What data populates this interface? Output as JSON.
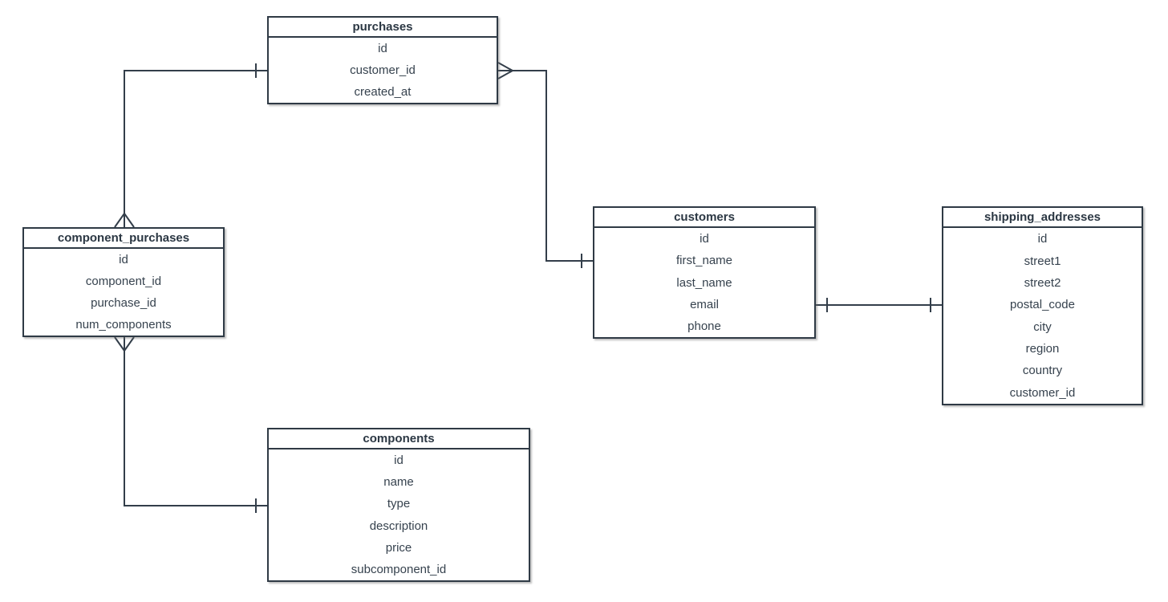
{
  "diagram": {
    "type": "entity-relationship-diagram",
    "colors": {
      "background": "#ffffff",
      "stroke": "#2f3a45",
      "text": "#36424e",
      "header_text": "#2b3743"
    },
    "tables": [
      {
        "id": "purchases",
        "name": "purchases",
        "fields": [
          "id",
          "customer_id",
          "created_at"
        ]
      },
      {
        "id": "component_purchases",
        "name": "component_purchases",
        "fields": [
          "id",
          "component_id",
          "purchase_id",
          "num_components"
        ]
      },
      {
        "id": "customers",
        "name": "customers",
        "fields": [
          "id",
          "first_name",
          "last_name",
          "email",
          "phone"
        ]
      },
      {
        "id": "shipping_addresses",
        "name": "shipping_addresses",
        "fields": [
          "id",
          "street1",
          "street2",
          "postal_code",
          "city",
          "region",
          "country",
          "customer_id"
        ]
      },
      {
        "id": "components",
        "name": "components",
        "fields": [
          "id",
          "name",
          "type",
          "description",
          "price",
          "subcomponent_id"
        ]
      }
    ],
    "relationships": [
      {
        "from": "purchases",
        "from_cardinality": "one",
        "to": "component_purchases",
        "to_cardinality": "many",
        "notation": "crow-foot"
      },
      {
        "from": "customers",
        "from_cardinality": "one",
        "to": "purchases",
        "to_cardinality": "many",
        "notation": "crow-foot"
      },
      {
        "from": "components",
        "from_cardinality": "one",
        "to": "component_purchases",
        "to_cardinality": "many",
        "notation": "crow-foot"
      },
      {
        "from": "customers",
        "from_cardinality": "one",
        "to": "shipping_addresses",
        "to_cardinality": "one",
        "notation": "crow-foot"
      }
    ]
  }
}
